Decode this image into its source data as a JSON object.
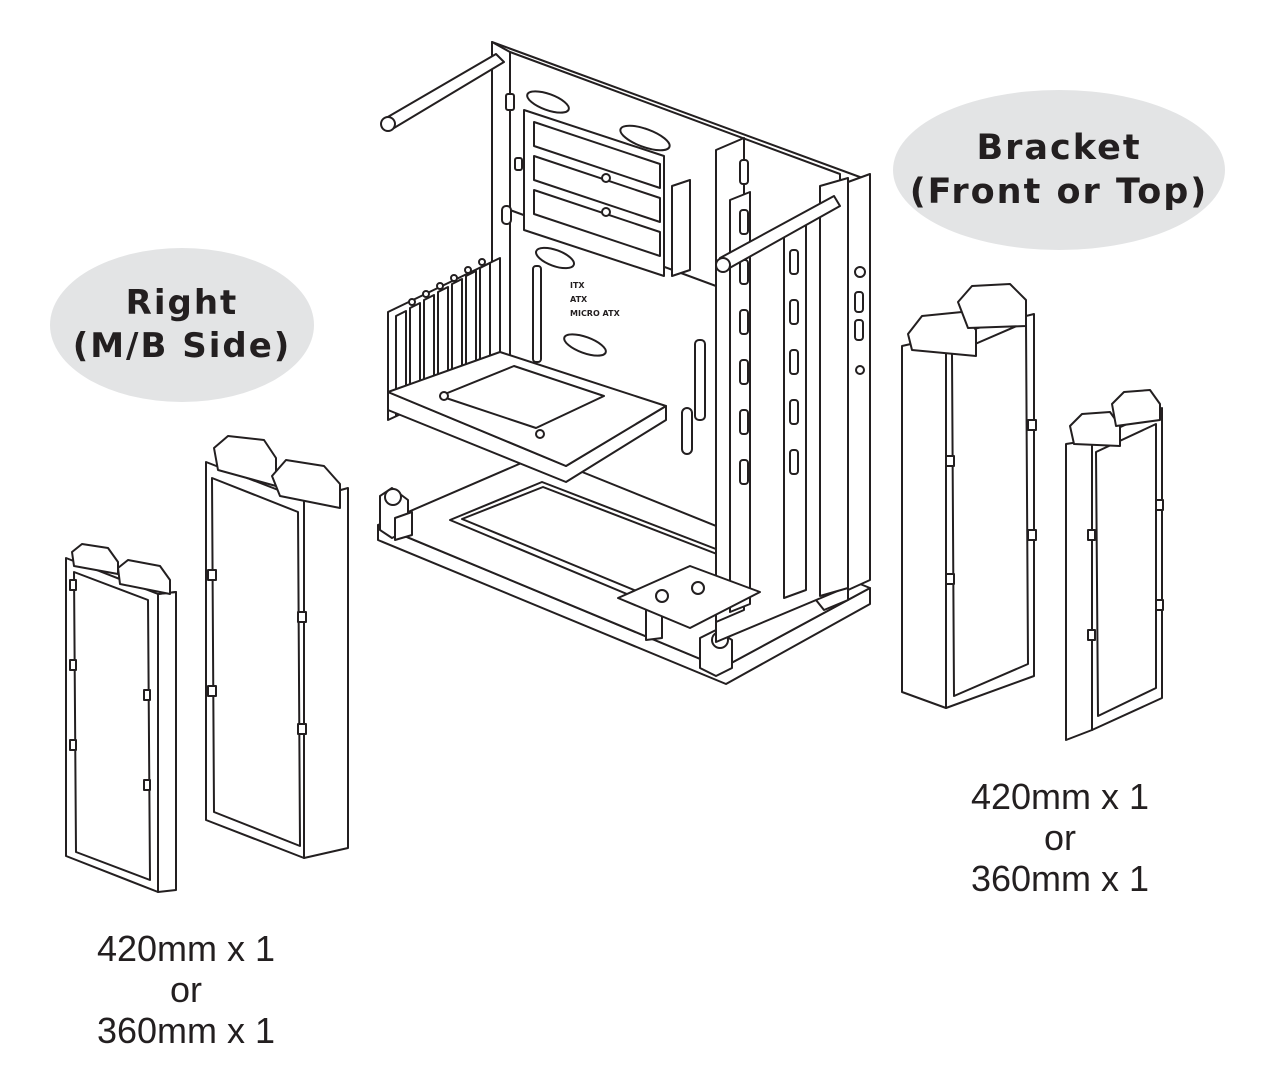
{
  "labels": {
    "right_side": {
      "line1": "Right",
      "line2": "(M/B Side)"
    },
    "bracket": {
      "line1": "Bracket",
      "line2": "(Front or Top)"
    }
  },
  "captions": {
    "left": {
      "line1": "420mm x 1",
      "line2": "or",
      "line3": "360mm x 1"
    },
    "right": {
      "line1": "420mm x 1",
      "line2": "or",
      "line3": "360mm x 1"
    }
  },
  "case_markings": {
    "itx": "ITX",
    "atx": "ATX",
    "micro_atx": "MICRO ATX"
  },
  "colors": {
    "badge_fill": "#e3e4e5",
    "line": "#231f20",
    "background": "#ffffff"
  }
}
